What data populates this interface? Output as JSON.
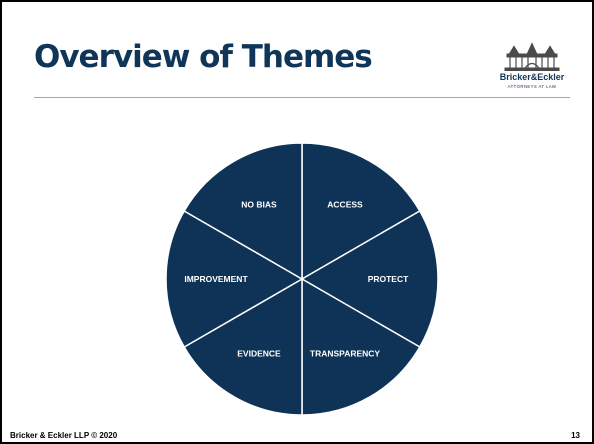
{
  "slide": {
    "title": "Overview of Themes",
    "footer_left": "Bricker & Eckler LLP © 2020",
    "page_number": "13"
  },
  "logo": {
    "name": "Bricker&Eckler",
    "tagline": "ATTORNEYS AT LAW"
  },
  "diagram": {
    "segments": [
      "ACCESS",
      "PROTECT",
      "TRANSPARENCY",
      "EVIDENCE",
      "IMPROVEMENT",
      "NO BIAS"
    ]
  },
  "colors": {
    "title": "#0f3558",
    "segment_fill": "#0e3356",
    "segment_border": "#ffffff",
    "segment_text": "#ffffff",
    "rule": "#a6a6a6"
  }
}
